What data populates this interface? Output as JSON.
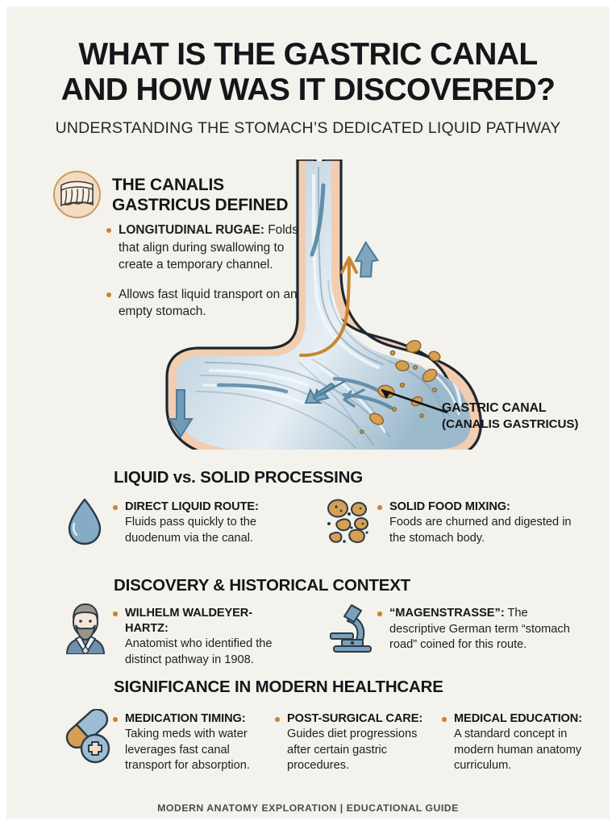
{
  "header": {
    "title_line1": "WHAT IS THE GASTRIC CANAL",
    "title_line2": "AND HOW WAS IT DISCOVERED?",
    "subtitle": "UNDERSTANDING THE STOMACH’S DEDICATED LIQUID PATHWAY"
  },
  "section1": {
    "icon": "rugae-folds-icon",
    "heading_line1": "THE CANALIS",
    "heading_line2": "GASTRICUS DEFINED",
    "bullets": [
      {
        "lead": "LONGITUDINAL RUGAE:",
        "text": " Folds that align during swallowing to create a temporary channel."
      },
      {
        "lead": "",
        "text": "Allows fast liquid transport on an empty stomach."
      }
    ]
  },
  "diagram": {
    "name": "stomach-anatomy-illustration",
    "callout_line1": "GASTRIC CANAL",
    "callout_line2": "(CANALIS GASTRICUS)",
    "colors": {
      "wall_outer": "#f2cdb0",
      "wall_outline": "#1d2730",
      "mucosa_light": "#e2eaf0",
      "mucosa_mid": "#aac3d4",
      "mucosa_dark": "#7d9fb5",
      "fold_line": "#5c87a3",
      "food_particle": "#d79f52",
      "arrow_blue": "#5d8aa8",
      "arrow_orange": "#c8862f"
    }
  },
  "section2": {
    "heading": "LIQUID vs. SOLID PROCESSING",
    "items": [
      {
        "icon": "water-drop-icon",
        "lead": "DIRECT LIQUID ROUTE:",
        "body": "Fluids pass quickly to the duodenum via the canal."
      },
      {
        "icon": "food-chunks-icon",
        "lead": "SOLID FOOD MIXING:",
        "body": "Foods are churned and digested in the stomach body."
      }
    ]
  },
  "section3": {
    "heading": "DISCOVERY & HISTORICAL CONTEXT",
    "items": [
      {
        "icon": "scientist-portrait-icon",
        "lead": "WILHELM WALDEYER-HARTZ:",
        "body": "Anatomist who identified the distinct pathway in 1908."
      },
      {
        "icon": "microscope-icon",
        "lead": "“MAGENSTRASSE”:",
        "body": " The descriptive German term “stomach road” coined for this route."
      }
    ]
  },
  "section4": {
    "heading": "SIGNIFICANCE IN MODERN HEALTHCARE",
    "icon": "pill-capsule-icon",
    "items": [
      {
        "lead": "MEDICATION TIMING:",
        "body": "Taking meds with water leverages fast canal transport for absorption."
      },
      {
        "lead": "POST-SURGICAL CARE:",
        "body": "Guides diet progressions after certain gastric procedures."
      },
      {
        "lead": "MEDICAL EDUCATION:",
        "body": "A standard concept in modern human anatomy curriculum."
      }
    ]
  },
  "footer": {
    "text": "MODERN ANATOMY EXPLORATION | EDUCATIONAL GUIDE"
  }
}
